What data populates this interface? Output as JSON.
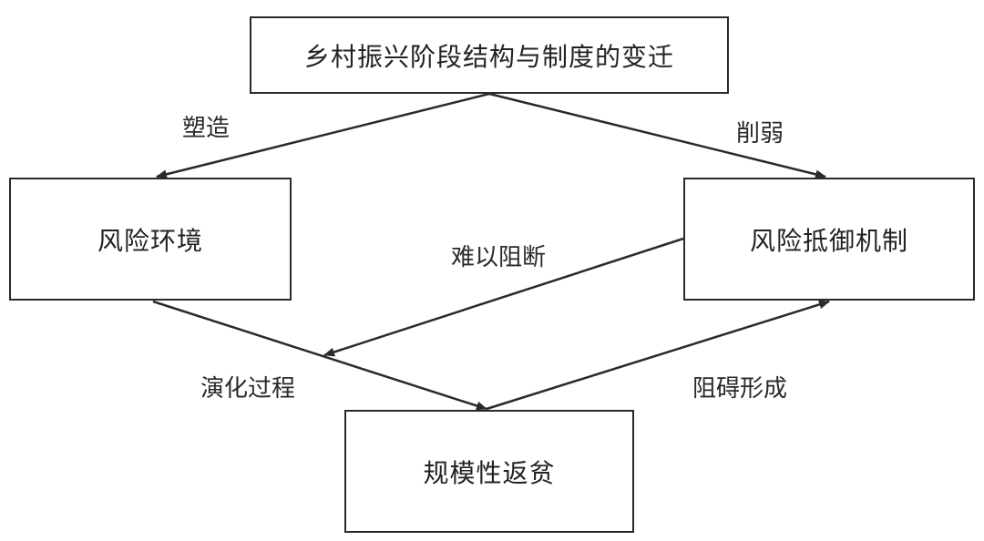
{
  "nodes": {
    "top": "乡村振兴阶段结构与制度的变迁",
    "left": "风险环境",
    "right": "风险抵御机制",
    "bottom": "规模性返贫"
  },
  "edge_labels": {
    "shape": "塑造",
    "weaken": "削弱",
    "block": "难以阻断",
    "evolve": "演化过程",
    "hinder": "阻碍形成"
  }
}
